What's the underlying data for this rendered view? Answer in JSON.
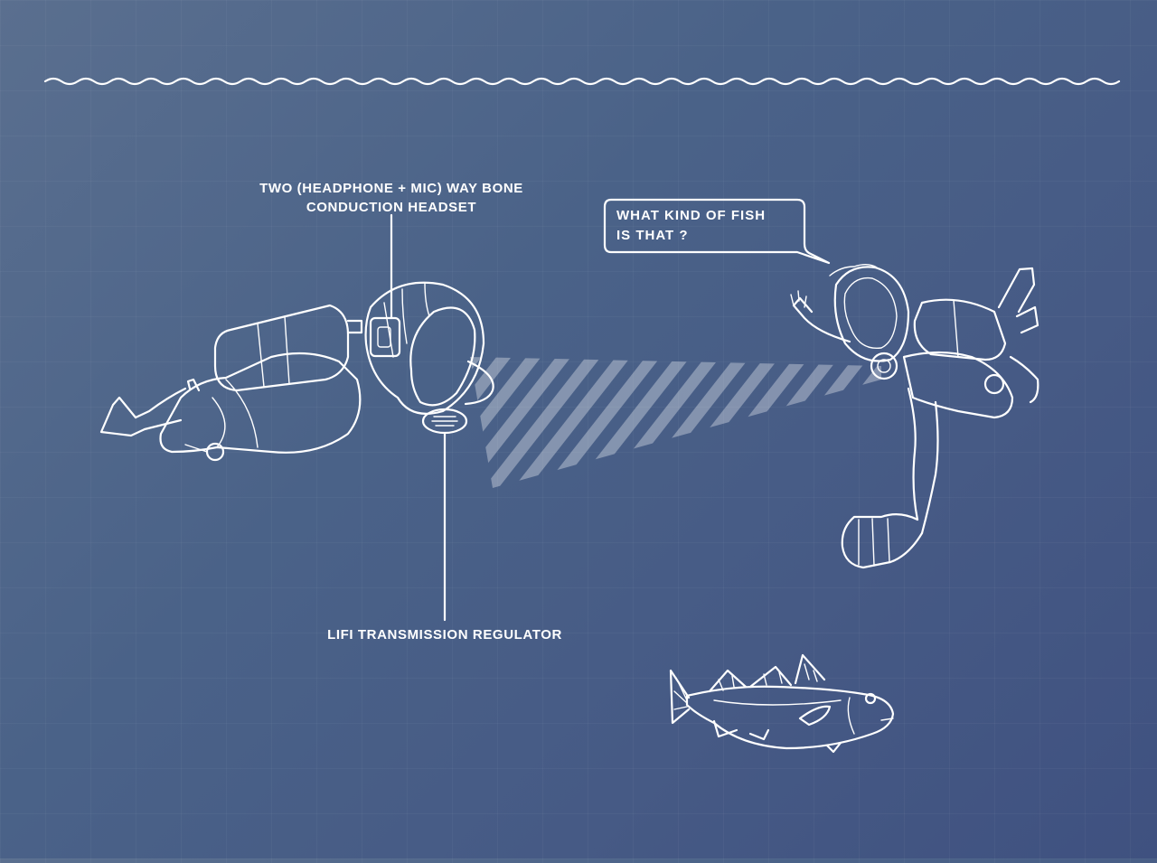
{
  "labels": {
    "headset_line1": "TWO (HEADPHONE + MIC) WAY BONE",
    "headset_line2": "CONDUCTION HEADSET",
    "regulator": "LIFI TRANSMISSION REGULATOR"
  },
  "speech_bubble": {
    "line1": "WHAT KIND OF FISH",
    "line2": "IS THAT ?"
  },
  "colors": {
    "background_start": "#5a6f8f",
    "background_end": "#3f5180",
    "line": "#ffffff",
    "beam": "rgba(255,255,255,0.35)"
  }
}
